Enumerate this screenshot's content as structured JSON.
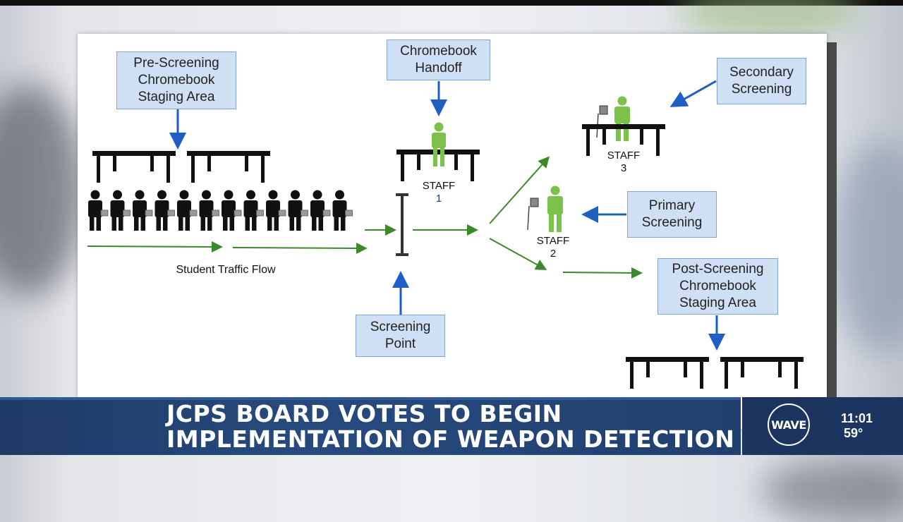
{
  "diagram": {
    "labels": {
      "pre_screening": [
        "Pre-Screening",
        "Chromebook",
        "Staging Area"
      ],
      "chromebook_handoff": [
        "Chromebook",
        "Handoff"
      ],
      "secondary_screening": [
        "Secondary",
        "Screening"
      ],
      "primary_screening": [
        "Primary",
        "Screening"
      ],
      "post_screening": [
        "Post-Screening",
        "Chromebook",
        "Staging Area"
      ],
      "screening_point": [
        "Screening",
        "Point"
      ]
    },
    "student_traffic_flow": "Student Traffic Flow",
    "staff": [
      {
        "word": "STAFF",
        "number": "1"
      },
      {
        "word": "STAFF",
        "number": "2"
      },
      {
        "word": "STAFF",
        "number": "3"
      }
    ],
    "student_count": 12,
    "colors": {
      "arrow_blue": "#1f5fc4",
      "flow_green": "#3a8a2a",
      "staff_green": "#7cc24a",
      "box_fill": "#cfe0f5",
      "box_border": "#7fa6d6"
    }
  },
  "lower_third": {
    "headline_line1": "JCPS BOARD VOTES TO BEGIN",
    "headline_line2": "IMPLEMENTATION OF WEAPON DETECTION",
    "logo_text": "WAVE",
    "time": "11:01",
    "temperature": "59°"
  }
}
